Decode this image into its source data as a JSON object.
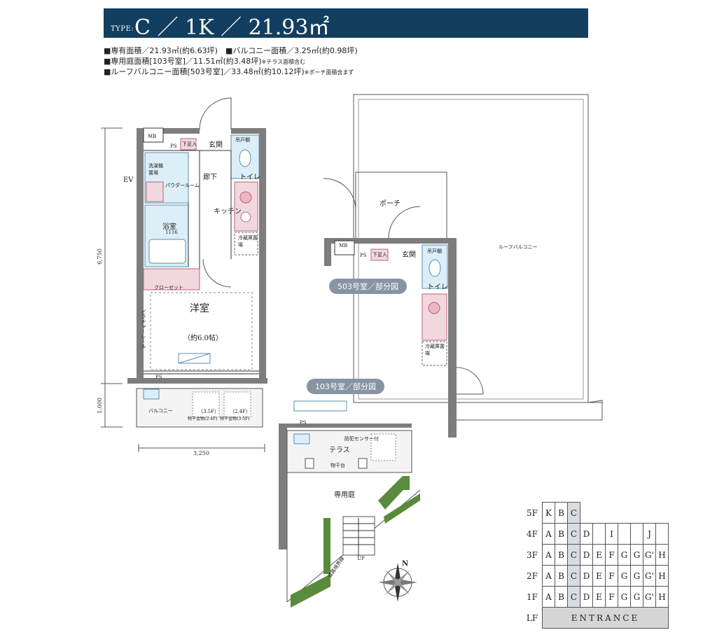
{
  "header": {
    "type_label": "TYPE:",
    "title": "C ／ 1K ／ 21.93㎡"
  },
  "areas": {
    "line1": "■専有面積／21.93㎡(約6.63坪)　■バルコニー面積／3.25㎡(約0.98坪)",
    "line2": "■専用庭面積[103号室]／11.51㎡(約3.48坪)",
    "line2_note": "※テラス面積含む",
    "line3": "■ルーフバルコニー面積[503号室]／33.48㎡(約10.12坪)",
    "line3_note": "※ポーチ面積含まず"
  },
  "main_plan": {
    "mb": "MB",
    "ps_top": "PS",
    "ps_bottom": "PS",
    "shoe_box": "下足入",
    "entrance": "玄関",
    "hall": "廊下",
    "toilet": "トイレ",
    "toilet_cabinet": "吊戸棚",
    "washer": "洗濯機置場",
    "powder_room": "パウダールーム",
    "kitchen": "キッチン",
    "bathroom": "浴室",
    "bathroom_size": "1116",
    "fridge": "冷蔵庫置場",
    "closet": "クローゼット",
    "western_room": "洋室",
    "western_size": "（約6.0帖）",
    "picture_rail": "ピクチャーレール",
    "ev": "EV",
    "balcony": "バルコニー",
    "hanger_left": "（3.5F）",
    "hanger_left_sub": "物干金物(2-4F)",
    "hanger_right": "（2.4F）",
    "hanger_right_sub": "物干金物(3-5F)"
  },
  "dimensions": {
    "height_main": "6,750",
    "height_balcony": "1,000",
    "width": "3,250"
  },
  "unit_503": {
    "pill": "503号室／部分図",
    "porch": "ポーチ",
    "roof_balcony": "ルーフバルコニー",
    "mb": "MB",
    "ps": "PS",
    "shoe_box": "下足入",
    "entrance": "玄関",
    "toilet": "トイレ",
    "cabinet": "吊戸棚",
    "fridge": "冷蔵庫置場"
  },
  "unit_103": {
    "pill": "103号室／部分図",
    "ps": "PS",
    "terrace": "テラス",
    "sensor_light": "防犯センサー付",
    "clothes_stand": "物干台",
    "garden": "専用庭",
    "up": "UP",
    "road_border": "道路境界線"
  },
  "compass": {
    "north": "N"
  },
  "key_plan": {
    "rows": [
      {
        "floor": "5F",
        "cells": [
          "K",
          "B",
          "C",
          "",
          "",
          "",
          "",
          "",
          "",
          ""
        ]
      },
      {
        "floor": "4F",
        "cells": [
          "A",
          "B",
          "C",
          "D",
          "",
          "I",
          "",
          "",
          "J",
          ""
        ]
      },
      {
        "floor": "3F",
        "cells": [
          "A",
          "B",
          "C",
          "D",
          "E",
          "F",
          "G",
          "G",
          "G'",
          "H"
        ]
      },
      {
        "floor": "2F",
        "cells": [
          "A",
          "B",
          "C",
          "D",
          "E",
          "F",
          "G",
          "G",
          "G'",
          "H"
        ]
      },
      {
        "floor": "1F",
        "cells": [
          "A",
          "B",
          "C",
          "D",
          "E",
          "F",
          "G",
          "G",
          "G'",
          "H"
        ]
      }
    ],
    "lf": "LF",
    "entrance": "ENTRANCE"
  }
}
